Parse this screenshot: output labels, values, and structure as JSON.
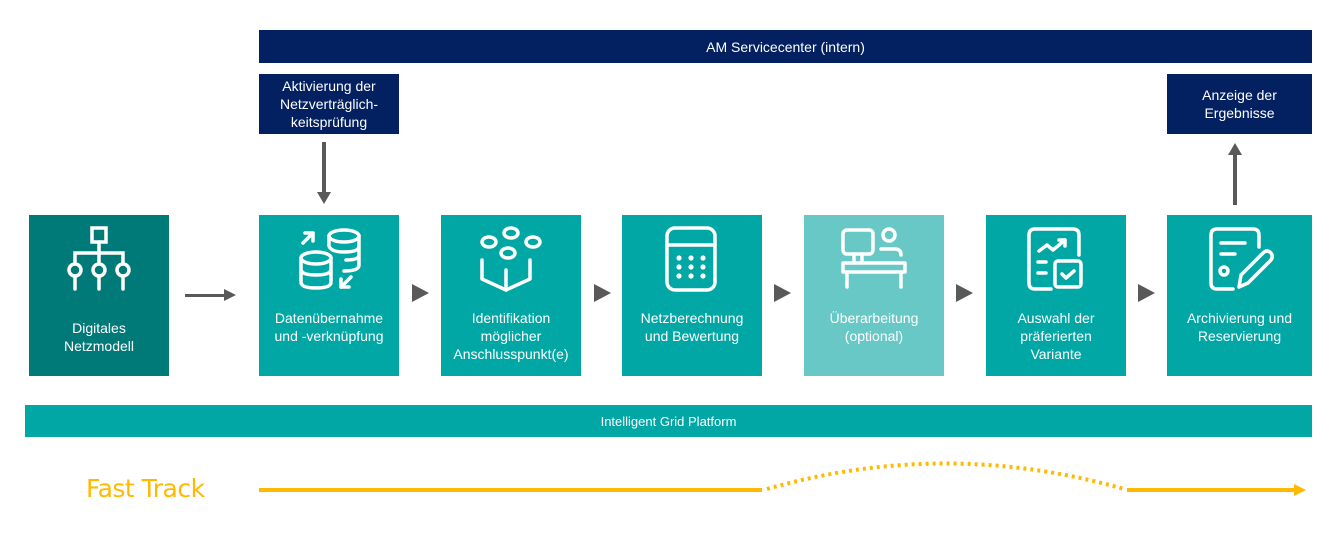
{
  "colors": {
    "navy": "#032060",
    "teal": "#00a7a5",
    "teal_dark": "#007a78",
    "teal_light": "#67c8c6",
    "arrow_gray": "#595959",
    "fast_track_yellow": "#ffb900"
  },
  "header": {
    "am_servicecenter": "AM Servicecenter (intern)"
  },
  "top_boxes": {
    "activation": [
      "Aktivierung der",
      "Netzverträglich-",
      "keitsprüfung"
    ],
    "results": [
      "Anzeige der",
      "Ergebnisse"
    ]
  },
  "steps": [
    {
      "icon": "network-hierarchy-icon",
      "label": [
        "Digitales",
        "Netzmodell"
      ],
      "style": "dark"
    },
    {
      "icon": "database-sync-icon",
      "label": [
        "Datenübernahme",
        "und -verknüpfung"
      ],
      "style": "normal"
    },
    {
      "icon": "connection-points-icon",
      "label": [
        "Identifikation",
        "möglicher",
        "Anschlusspunkt(e)"
      ],
      "style": "normal"
    },
    {
      "icon": "calculator-icon",
      "label": [
        "Netzberechnung",
        "und Bewertung"
      ],
      "style": "normal"
    },
    {
      "icon": "workstation-user-icon",
      "label": [
        "Überarbeitung",
        "(optional)"
      ],
      "style": "light"
    },
    {
      "icon": "chart-checklist-icon",
      "label": [
        "Auswahl der",
        "präferierten",
        "Variante"
      ],
      "style": "normal"
    },
    {
      "icon": "document-edit-icon",
      "label": [
        "Archivierung und",
        "Reservierung"
      ],
      "style": "normal"
    }
  ],
  "platform": {
    "label": "Intelligent Grid Platform"
  },
  "fast_track": {
    "label": "Fast Track"
  }
}
